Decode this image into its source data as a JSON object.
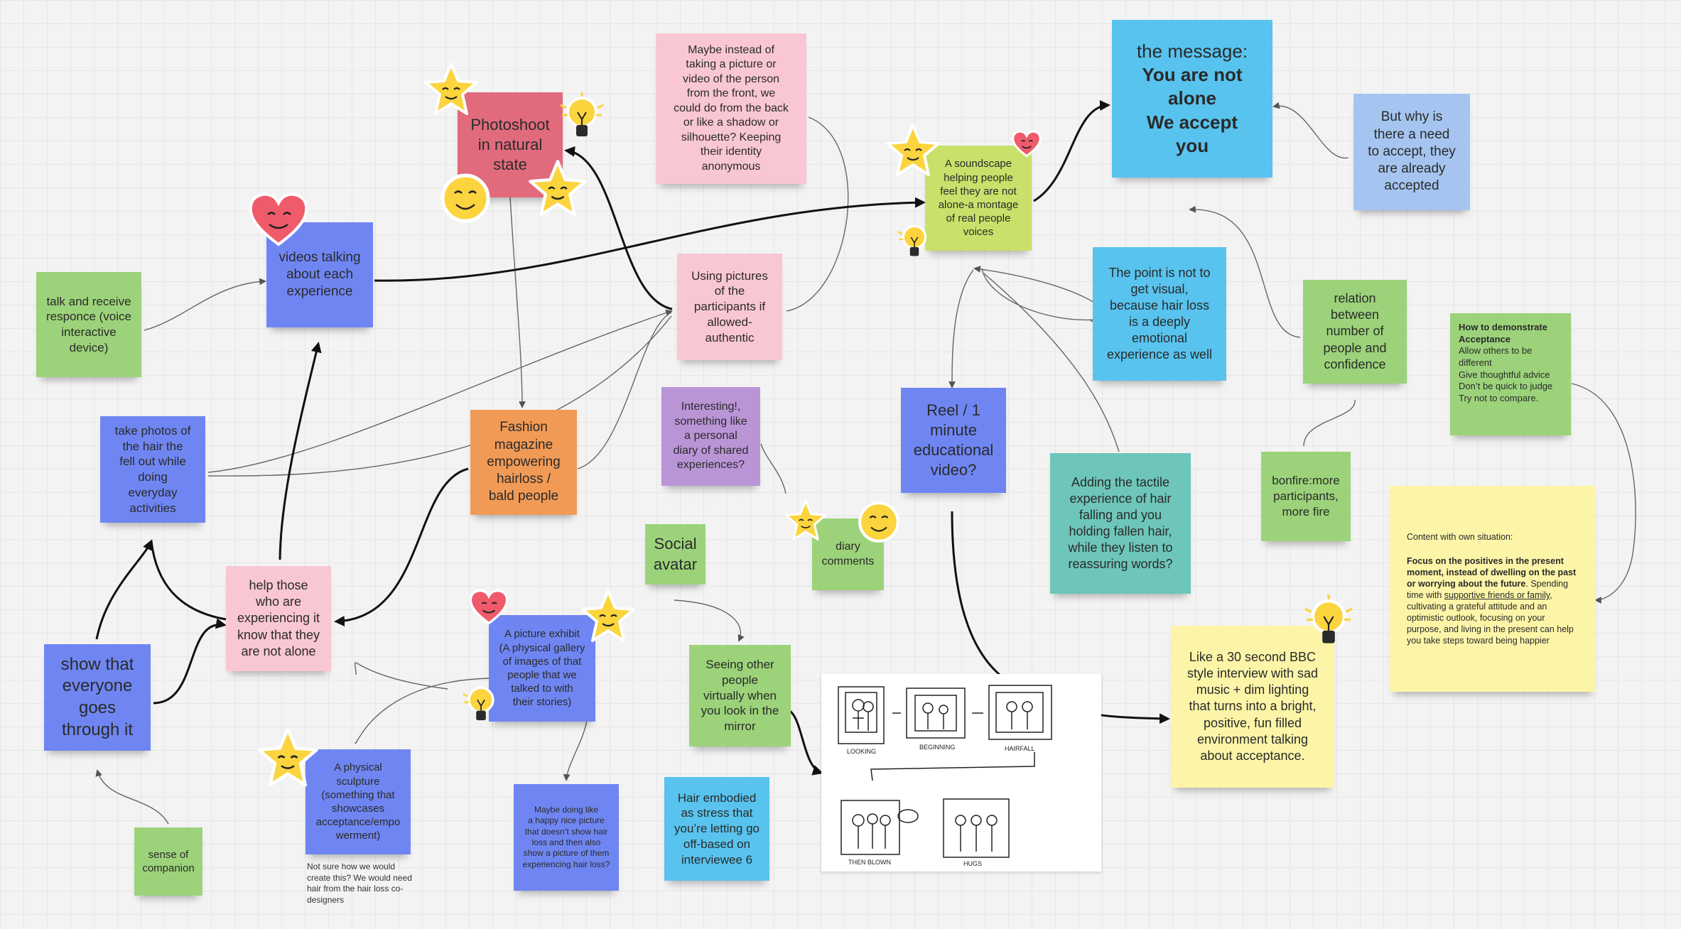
{
  "notes": {
    "talk": "talk and receive\nresponce (voice\ninteractive\ndevice)",
    "videos": "videos talking\nabout each\nexperience",
    "photoshoot": "Photoshoot\nin natural\nstate",
    "maybe_back": "Maybe instead of\ntaking a picture or\nvideo of the person\nfrom the front, we\ncould do from the back\nor like a shadow or\nsilhouette? Keeping\ntheir identity\nanonymous",
    "using_pictures": "Using pictures\nof the\nparticipants  if\nallowed-\nauthentic",
    "soundscape": "A soundscape\nhelping people\nfeel they are not\nalone-a montage\nof real people\nvoices",
    "message_line1": "the message:",
    "message_line2": "You are not\nalone\nWe accept\nyou",
    "why": "But why is\nthere a need\nto accept, they\nare already\naccepted",
    "point": "The point is not to\nget visual,\nbecause hair loss\nis a deeply\nemotional\nexperience as well",
    "relation": "relation\nbetween\nnumber of\npeople and\nconfidence",
    "how_title": "How to demonstrate\nAcceptance",
    "how_body": "Allow others to be\ndifferent\nGive thoughtful advice\nDon’t be quick to judge\nTry not to compare.",
    "take_photos": "take photos of\nthe hair the\nfell out while\ndoing\neveryday\nactivities",
    "fashion": "Fashion\nmagazine\nempowering\nhairloss /\nbald people",
    "interesting": "Interesting!,\nsomething like\na personal\ndiary of shared\nexperiences?",
    "reel": "Reel / 1\nminute\neducational\nvideo?",
    "tactile": "Adding the tactile\nexperience of hair\nfalling and you\nholding fallen hair,\nwhile they listen to\nreassuring words?",
    "bonfire": "bonfire:more\nparticipants,\nmore fire",
    "diary": "diary\ncomments",
    "social": "Social\navatar",
    "help": "help those\nwho are\nexperiencing it\nknow that they\nare not alone",
    "show": "show that\neveryone\ngoes\nthrough it",
    "exhibit": "A picture exhibit\n(A physical gallery\nof images of that\npeople that we\ntalked to with\ntheir stories)",
    "seeing": "Seeing other\npeople\nvirtually when\nyou look in the\nmirror",
    "bbc": "Like a 30 second BBC\nstyle interview with sad\nmusic + dim lighting\nthat turns into a bright,\npositive, fun filled\nenvironment talking\nabout acceptance.",
    "sculpture": "A physical\nsculpture\n(something that\nshowcases\nacceptance/empo\nwerment)",
    "sculpture_caption": "Not sure how we would\ncreate this? We would need\nhair from the hair loss co-\ndesigners",
    "happy": "Maybe doing like\na happy nice picture\nthat doesn’t show hair\nloss and then also\nshow a picture of them\nexperiencing hair loss?",
    "stress": "Hair embodied\nas stress that\nyou’re letting go\noff-based on\ninterviewee 6",
    "companion": "sense of\ncompanion",
    "content_intro": "Content with own situation:",
    "content_bold": "Focus on the positives in the present moment, instead of dwelling on the past or worrying about the future",
    "content_p1": "Spending time with ",
    "content_link": "supportive friends or family",
    "content_p2": ", cultivating a grateful attitude and an optimistic outlook, focusing on your purpose, and living in the present can help you take steps toward being happier"
  },
  "sketch_labels": {
    "l1": "LOOKING",
    "l2": "BEGINNING",
    "l3": "HAIRFALL",
    "l4": "THEN BLOWN",
    "l5": "HUGS"
  },
  "colors": {
    "green": "#9cd37a",
    "blue": "#6f86f2",
    "pink": "#f9c7d3",
    "red": "#e16b7c",
    "orange": "#f19a55",
    "lime": "#c9e06a",
    "cyan": "#58c3ee",
    "yellow": "#fbf3a0"
  },
  "stickers": [
    "star-face-icon",
    "lightbulb-icon",
    "smiley-face-icon",
    "heart-face-icon"
  ]
}
